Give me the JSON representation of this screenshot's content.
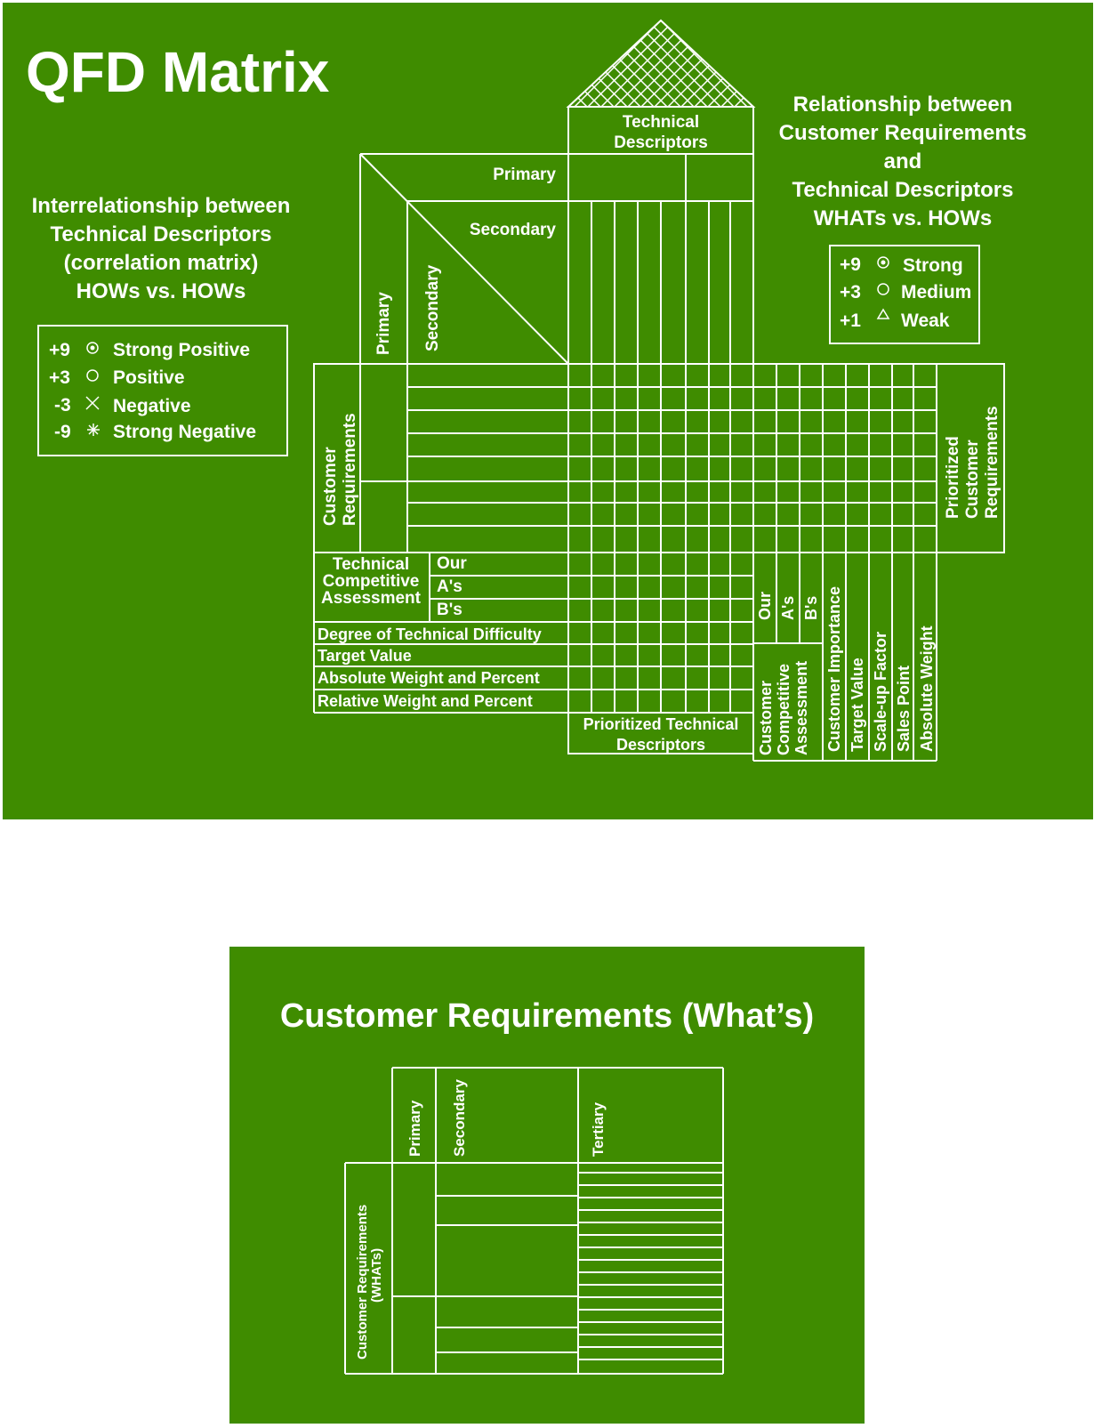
{
  "slide1": {
    "title": "QFD Matrix",
    "left_caption": [
      "Interrelationship between",
      "Technical Descriptors",
      "(correlation matrix)",
      "HOWs vs. HOWs"
    ],
    "right_caption": [
      "Relationship between",
      "Customer Requirements",
      "and",
      "Technical Descriptors",
      "WHATs vs. HOWs"
    ],
    "correlation_legend": [
      {
        "value": "+9",
        "icon": "bullseye-icon",
        "label": "Strong Positive"
      },
      {
        "value": "+3",
        "icon": "circle-icon",
        "label": "Positive"
      },
      {
        "value": "-3",
        "icon": "cross-icon",
        "label": "Negative"
      },
      {
        "value": "-9",
        "icon": "asterisk-icon",
        "label": "Strong Negative"
      }
    ],
    "relationship_legend": [
      {
        "value": "+9",
        "icon": "bullseye-icon",
        "label": "Strong"
      },
      {
        "value": "+3",
        "icon": "circle-icon",
        "label": "Medium"
      },
      {
        "value": "+1",
        "icon": "triangle-icon",
        "label": "Weak"
      }
    ],
    "matrix": {
      "technical_descriptors": [
        "Technical",
        "Descriptors"
      ],
      "primary": "Primary",
      "secondary": "Secondary",
      "customer_requirements": [
        "Customer",
        "Requirements"
      ],
      "prioritized_customer_requirements": [
        "Prioritized",
        "Customer",
        "Requirements"
      ],
      "technical_competitive_assessment": [
        "Technical",
        "Competitive",
        "Assessment"
      ],
      "competitor_rows": [
        "Our",
        "A's",
        "B's"
      ],
      "bottom_rows": [
        "Degree of Technical Difficulty",
        "Target Value",
        "Absolute Weight and Percent",
        "Relative Weight and Percent"
      ],
      "prioritized_technical_descriptors": [
        "Prioritized Technical",
        "Descriptors"
      ],
      "competitor_columns": [
        "Our",
        "A's",
        "B's"
      ],
      "customer_competitive_assessment": [
        "Customer",
        "Competitive",
        "Assessment"
      ],
      "right_columns": [
        "Customer Importance",
        "Target Value",
        "Scale-up Factor",
        "Sales Point",
        "Absolute Weight"
      ]
    }
  },
  "slide2": {
    "title": "Customer Requirements (What’s)",
    "primary": "Primary",
    "secondary": "Secondary",
    "tertiary": "Tertiary",
    "side_label": [
      "Customer Requirements",
      "(WHATs)"
    ]
  }
}
